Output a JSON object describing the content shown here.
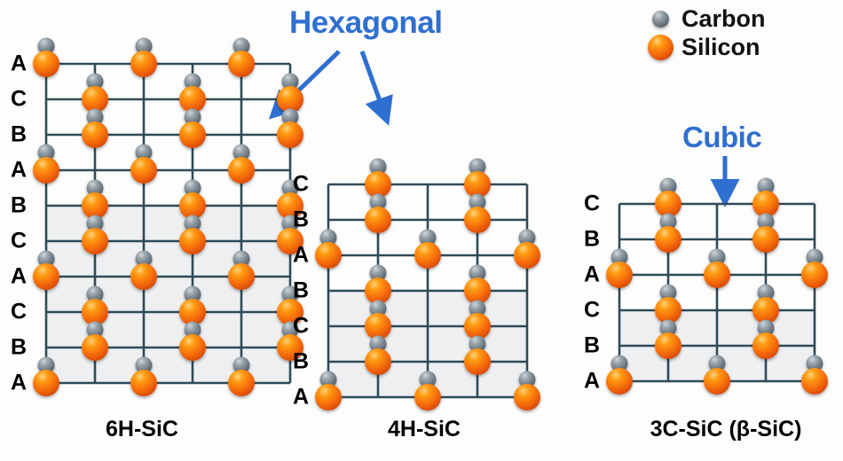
{
  "background_color": "#fdfdfd",
  "headings": {
    "hexagonal": "Hexagonal",
    "cubic": "Cubic",
    "accent_color": "#2f6fd0"
  },
  "legend": {
    "items": [
      {
        "label": "Carbon",
        "icon": "carbon-sphere",
        "color": "#6e7a84",
        "radius": 9
      },
      {
        "label": "Silicon",
        "icon": "silicon-sphere",
        "color": "#f4690a",
        "radius": 14
      }
    ]
  },
  "atoms": {
    "silicon_color": "#f4690a",
    "carbon_color": "#6e7a84",
    "grid_line_color": "#2f4a58",
    "shaded_cell_color": "#eeeff1"
  },
  "panels": [
    {
      "id": "6h-sic",
      "caption": "6H-SiC",
      "polytype": "6H",
      "structure": "hexagonal",
      "stacking_sequence": [
        "A",
        "C",
        "B",
        "A",
        "B",
        "C",
        "A",
        "C",
        "B",
        "A"
      ],
      "columns": 5,
      "rows": 9,
      "si_column_offsets": [
        0,
        1,
        1,
        0,
        1,
        1,
        0,
        1,
        1,
        0
      ]
    },
    {
      "id": "4h-sic",
      "caption": "4H-SiC",
      "polytype": "4H",
      "structure": "hexagonal",
      "stacking_sequence": [
        "C",
        "B",
        "A",
        "B",
        "C",
        "B",
        "A"
      ],
      "columns": 4,
      "rows": 6,
      "si_column_offsets": [
        1,
        1,
        0,
        1,
        1,
        1,
        0
      ]
    },
    {
      "id": "3c-sic",
      "caption": "3C-SiC (β-SiC)",
      "polytype": "3C",
      "structure": "cubic",
      "stacking_sequence": [
        "C",
        "B",
        "A",
        "C",
        "B",
        "A"
      ],
      "columns": 4,
      "rows": 5,
      "si_column_offsets": [
        1,
        1,
        0,
        1,
        1,
        0
      ]
    }
  ]
}
